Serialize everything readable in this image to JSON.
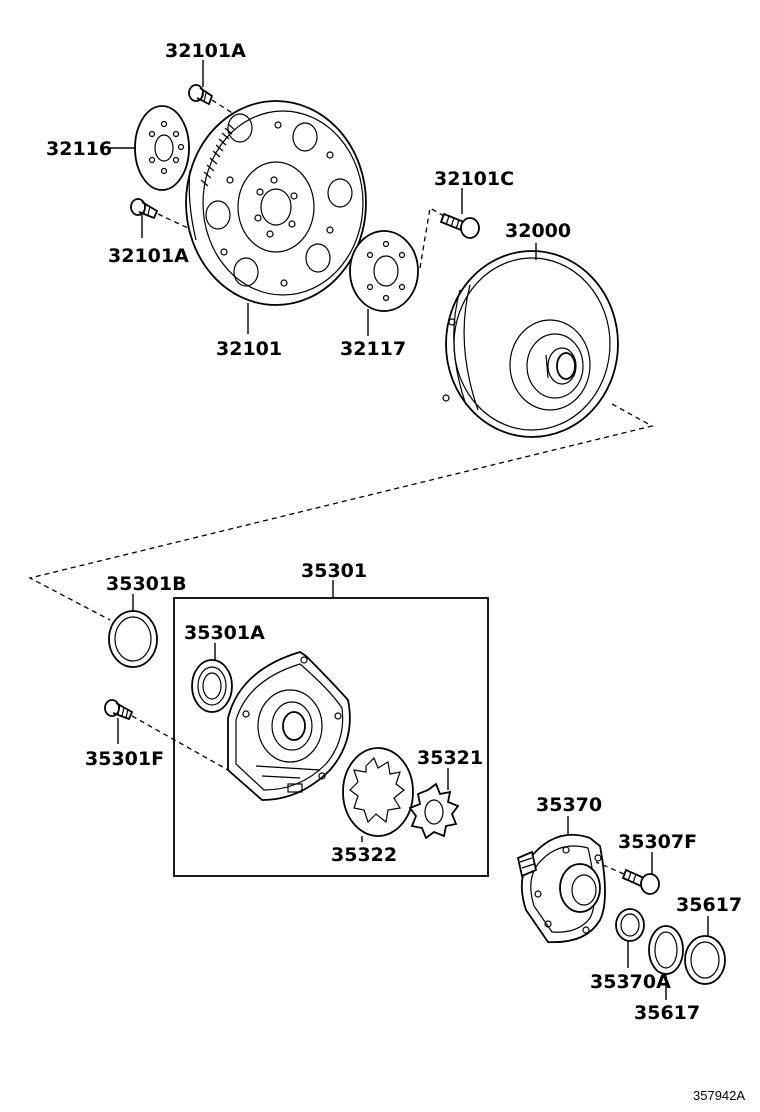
{
  "labels": {
    "p32101A_top": "32101A",
    "p32116": "32116",
    "p32101A_mid": "32101A",
    "p32101": "32101",
    "p32117": "32117",
    "p32101C": "32101C",
    "p32000": "32000",
    "p35301B": "35301B",
    "p35301": "35301",
    "p35301A": "35301A",
    "p35301F": "35301F",
    "p35321": "35321",
    "p35322": "35322",
    "p35370": "35370",
    "p35307F": "35307F",
    "p35617_a": "35617",
    "p35370A": "35370A",
    "p35617_b": "35617"
  },
  "illustration_ref": "357942A"
}
